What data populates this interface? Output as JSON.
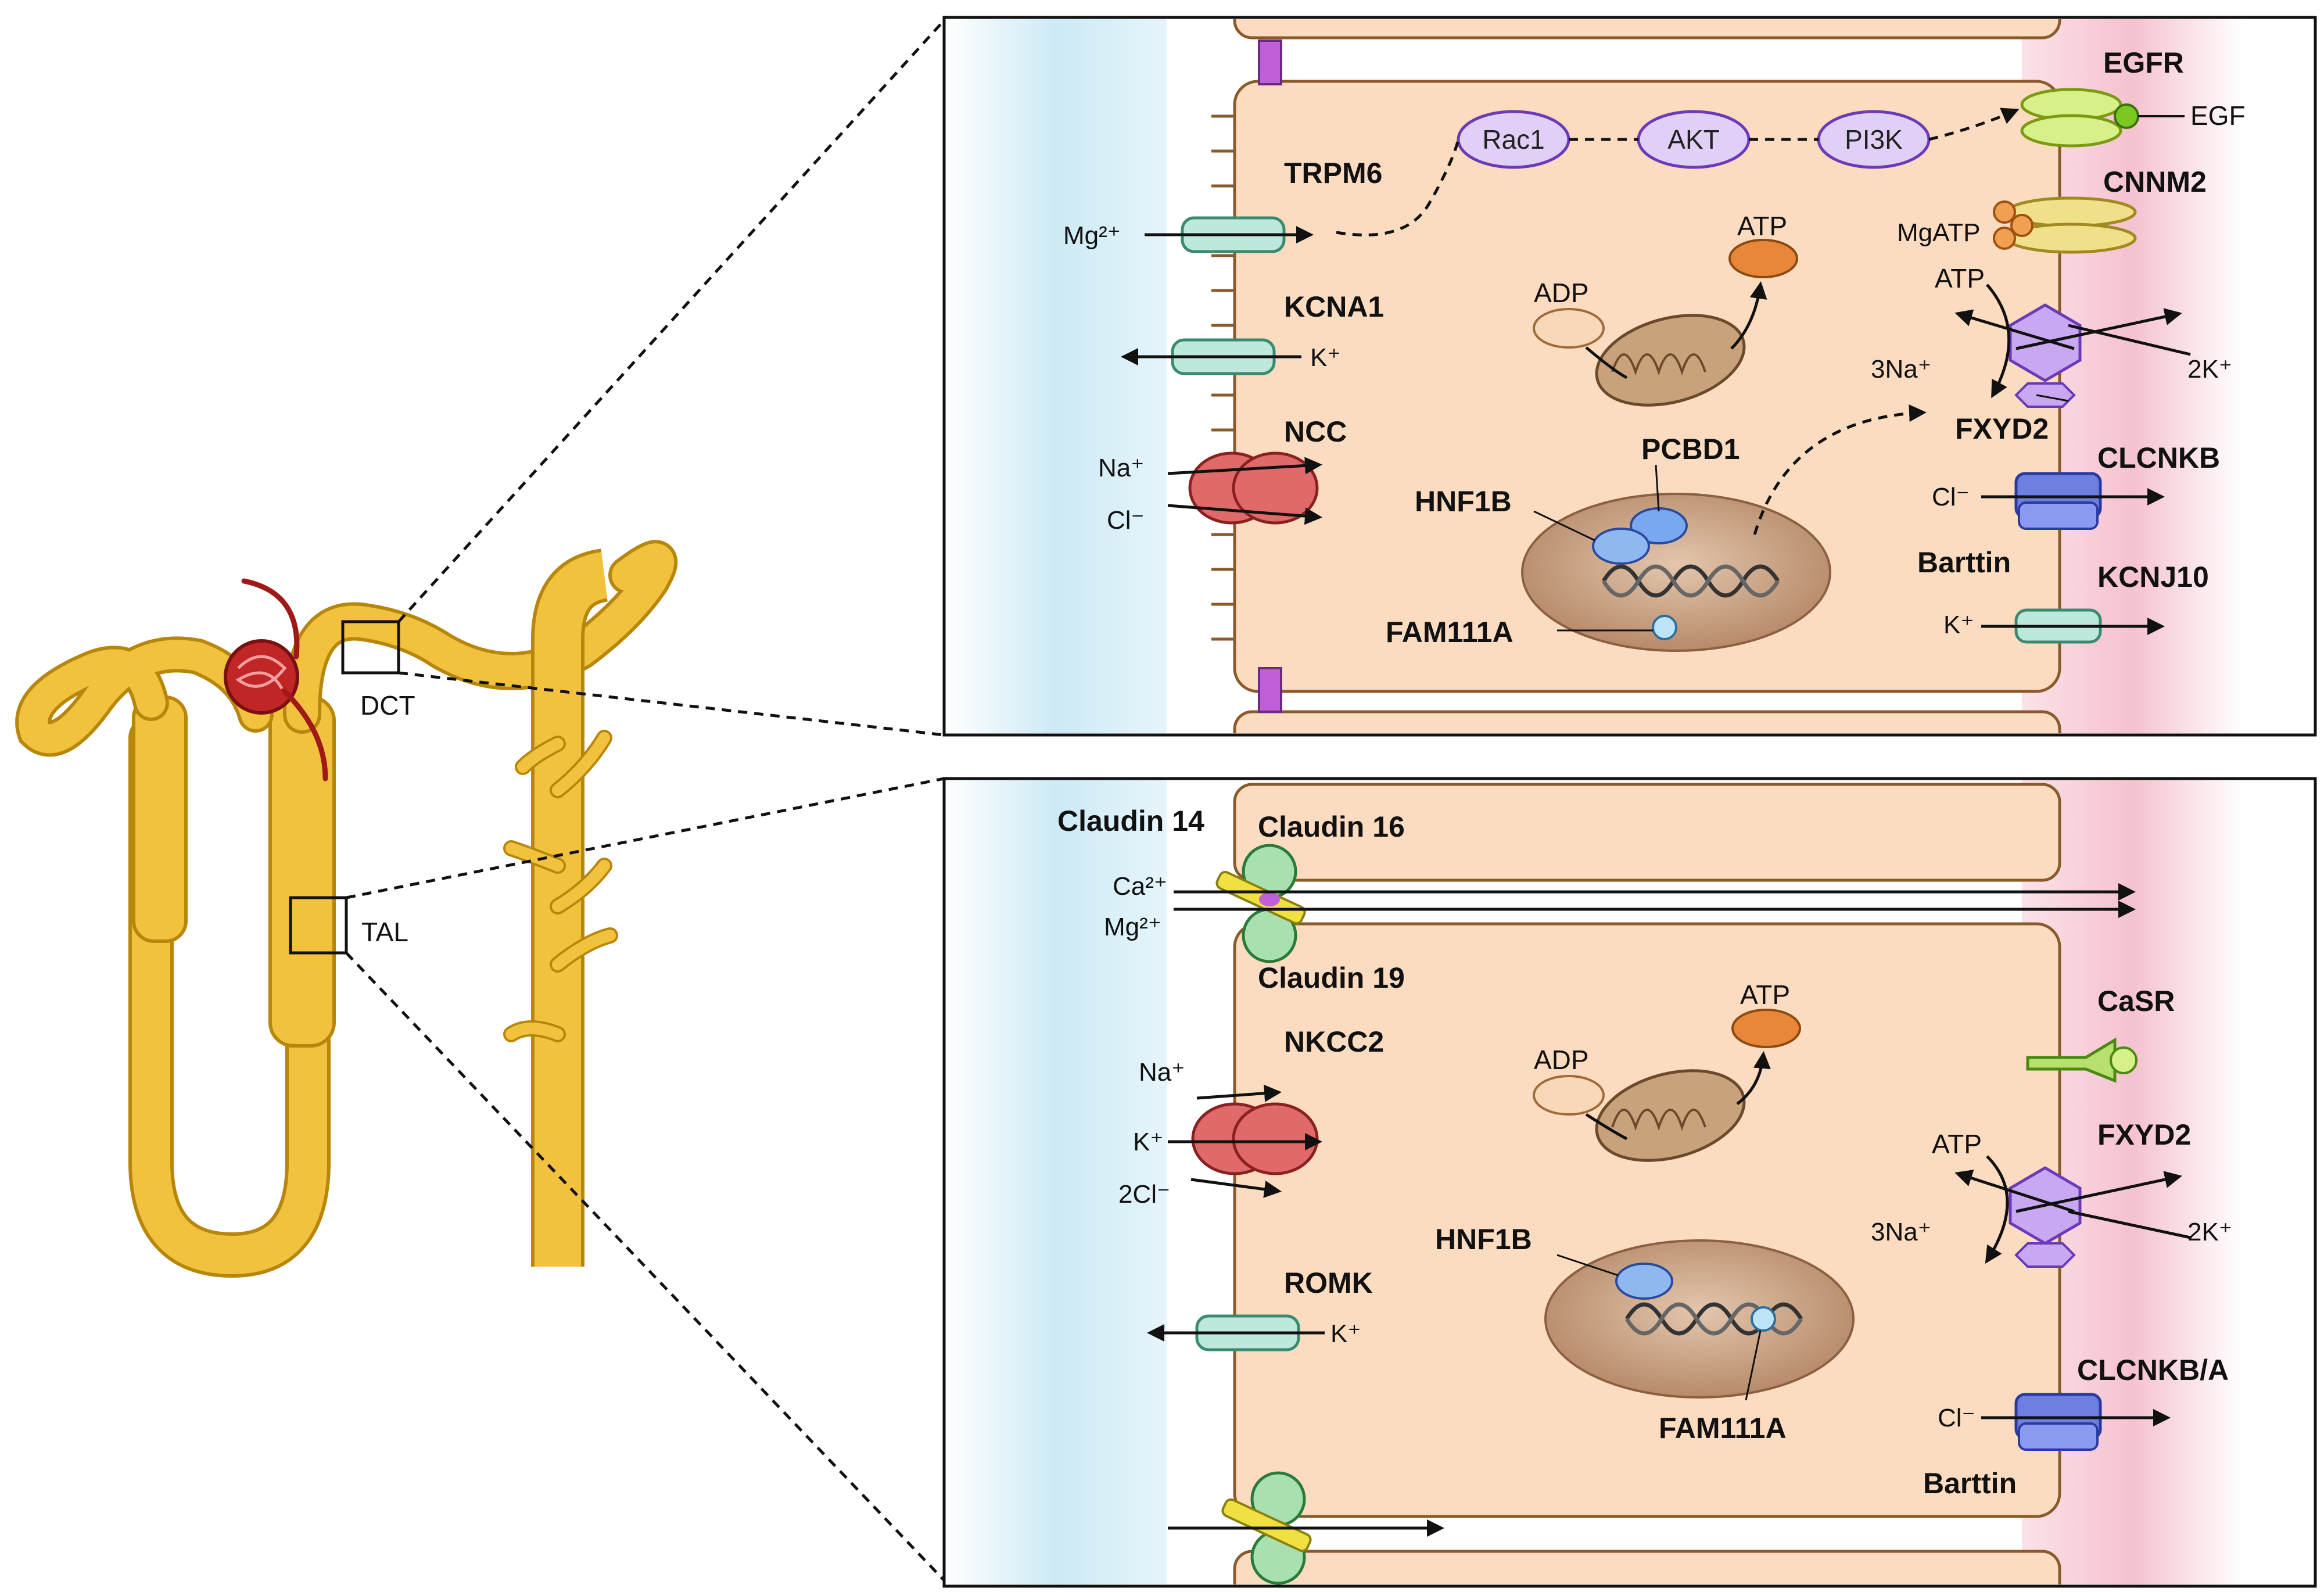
{
  "nephron": {
    "dct_label": "DCT",
    "tal_label": "TAL"
  },
  "dct_panel": {
    "labels": {
      "egfr": "EGFR",
      "egf": "EGF",
      "cnnm2": "CNNM2",
      "mgatp": "MgATP",
      "trpm6": "TRPM6",
      "kcna1": "KCNA1",
      "ncc": "NCC",
      "pcbd1": "PCBD1",
      "hnf1b": "HNF1B",
      "fam111a": "FAM111A",
      "fxyd2": "FXYD2",
      "clcnkb": "CLCNKB",
      "barttin": "Barttin",
      "kcnj10": "KCNJ10",
      "adp": "ADP",
      "atp": "ATP",
      "atp_pump": "ATP"
    },
    "signaling": [
      "Rac1",
      "AKT",
      "PI3K"
    ],
    "ions": {
      "mg": "Mg²⁺",
      "k_kcna1": "K⁺",
      "na": "Na⁺",
      "cl": "Cl⁻",
      "na3": "3Na⁺",
      "k2": "2K⁺",
      "cl_clcnkb": "Cl⁻",
      "k_kcnj10": "K⁺"
    }
  },
  "tal_panel": {
    "labels": {
      "claudin14": "Claudin 14",
      "claudin16": "Claudin 16",
      "claudin19": "Claudin 19",
      "nkcc2": "NKCC2",
      "romk": "ROMK",
      "casr": "CaSR",
      "fxyd2": "FXYD2",
      "hnf1b": "HNF1B",
      "fam111a": "FAM111A",
      "clcnkba": "CLCNKB/A",
      "barttin": "Barttin",
      "adp": "ADP",
      "atp": "ATP",
      "atp_pump": "ATP"
    },
    "ions": {
      "ca": "Ca²⁺",
      "mg": "Mg²⁺",
      "na": "Na⁺",
      "k": "K⁺",
      "cl2": "2Cl⁻",
      "k_romk": "K⁺",
      "na3": "3Na⁺",
      "k2": "2K⁺",
      "cl": "Cl⁻"
    }
  },
  "colors": {
    "tubule": "#f2c23e",
    "tubule_edge": "#b8860b",
    "cell": "#fbdcc0",
    "cell_edge": "#8b5a2b",
    "lumen": "#d4eef7",
    "blood": "#f7c8d2",
    "nucleus": "#c49a7a",
    "mito": "#c8a27a",
    "ncc": "#e06a6a",
    "channel": "#bfe8dc",
    "pump": "#c8a8f0",
    "clc": "#6d7fe0",
    "egfr": "#d8f08a",
    "cnnm2": "#f0e08a",
    "claudin": "#a8e0b0",
    "claudin14": "#f0e040",
    "atp": "#e8863a",
    "adp": "#f8d8b8",
    "signal": "#e0d0f8",
    "hnf1b": "#90b8f0",
    "tight": "#c060d8"
  }
}
